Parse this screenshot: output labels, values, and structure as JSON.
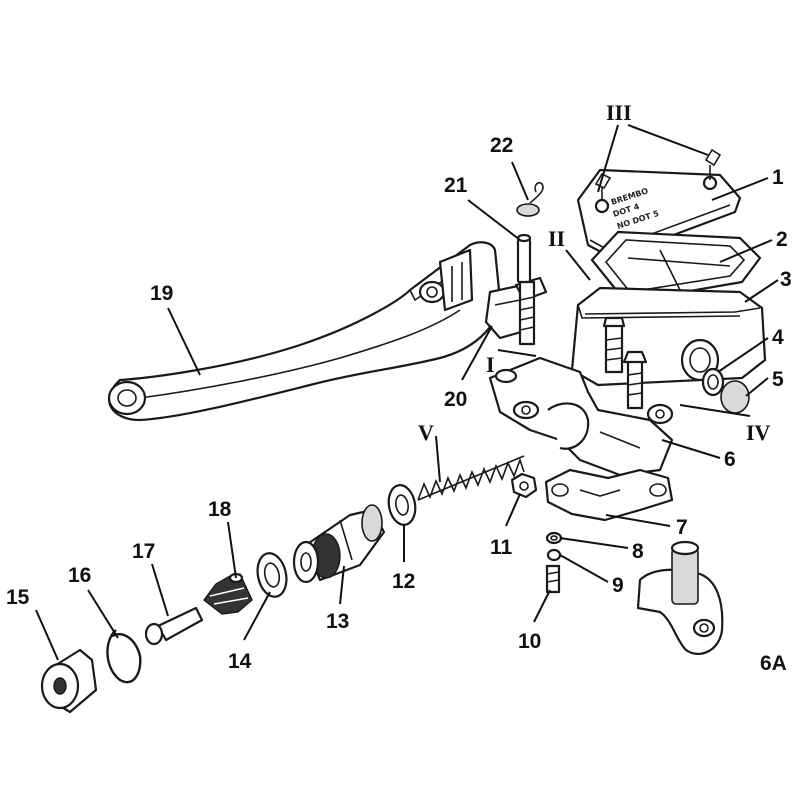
{
  "diagram": {
    "numbered_parts": [
      "1",
      "2",
      "3",
      "4",
      "5",
      "6",
      "6A",
      "7",
      "8",
      "9",
      "10",
      "11",
      "12",
      "13",
      "14",
      "15",
      "16",
      "17",
      "18",
      "19",
      "20",
      "21",
      "22"
    ],
    "roman_markers": [
      "I",
      "II",
      "III",
      "IV",
      "V"
    ],
    "labels": {
      "p1": "1",
      "p2": "2",
      "p3": "3",
      "p4": "4",
      "p5": "5",
      "p6": "6",
      "p6a": "6A",
      "p7": "7",
      "p8": "8",
      "p9": "9",
      "p10": "10",
      "p11": "11",
      "p12": "12",
      "p13": "13",
      "p14": "14",
      "p15": "15",
      "p16": "16",
      "p17": "17",
      "p18": "18",
      "p19": "19",
      "p20": "20",
      "p21": "21",
      "p22": "22",
      "rI": "I",
      "rII": "II",
      "rIII": "III",
      "rIV": "IV",
      "rV": "V"
    },
    "colors": {
      "line": "#1a1a1a",
      "background": "#ffffff",
      "fill": "#ffffff"
    }
  }
}
